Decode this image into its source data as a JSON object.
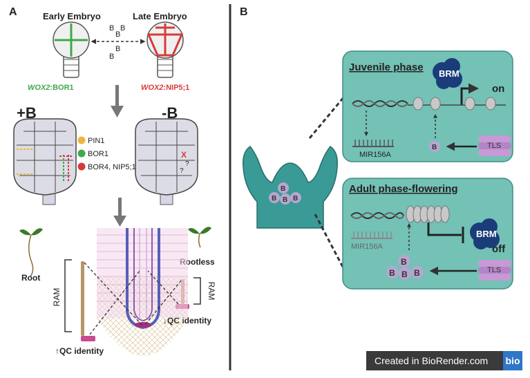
{
  "panelA": {
    "label": "A",
    "early_embryo": "Early Embryo",
    "late_embryo": "Late Embryo",
    "wox_bor1_prefix": "WOX2",
    "wox_bor1_suffix": ":BOR1",
    "wox_nip_prefix": "WOX2",
    "wox_nip_suffix": ":NIP5;1",
    "boron_b": "B",
    "plus_b": "+B",
    "minus_b": "-B",
    "legend": [
      {
        "label": "PIN1",
        "color": "#f0b43c"
      },
      {
        "label": "BOR1",
        "color": "#3fa84a"
      },
      {
        "label": "BOR4, NIP5;1",
        "color": "#d83a3a"
      }
    ],
    "x_mark": "X",
    "q_mark": "?",
    "root_label": "Root",
    "rootless_label": "Rootless",
    "ram_label": "RAM",
    "qc_identity": "QC identity",
    "up_arrow": "↑",
    "down_arrow": "↓"
  },
  "panelB": {
    "label": "B",
    "juvenile_title": "Juvenile phase",
    "adult_title": "Adult phase-flowering",
    "brm": "BRM",
    "on": "on",
    "off": "off",
    "tls": "TLS",
    "mir156a": "MIR156A",
    "b": "B"
  },
  "watermark": {
    "text": "Created in BioRender.com",
    "logo": "bio"
  },
  "colors": {
    "teal": "#74c1b6",
    "teal_border": "#3e8d83",
    "meristem": "#3a9a96",
    "dark": "#333333",
    "brm": "#1a3d7a",
    "tls": "#c79ad6",
    "green": "#3fa84a",
    "red": "#d83a3a",
    "yellow": "#f0b43c"
  }
}
